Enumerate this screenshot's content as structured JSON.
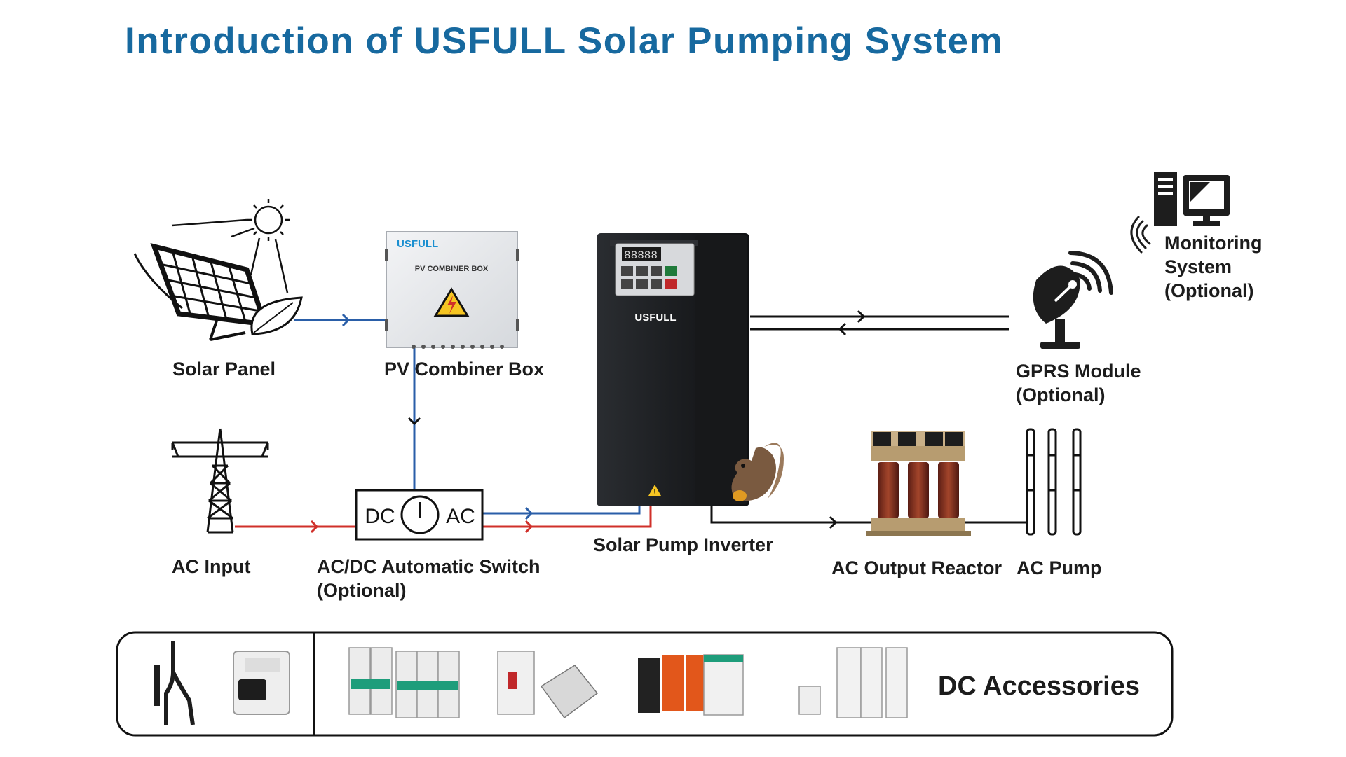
{
  "title": "Introduction of USFULL Solar Pumping System",
  "brand": "USFULL",
  "combiner_box_caption": "PV COMBINER BOX",
  "inverter_display": "88888",
  "switch_left": "DC",
  "switch_right": "AC",
  "labels": {
    "solar_panel": "Solar Panel",
    "pv_combiner_box": "PV Combiner Box",
    "ac_input": "AC Input",
    "switch_line1": "AC/DC Automatic Switch",
    "switch_line2": "(Optional)",
    "inverter": "Solar Pump Inverter",
    "reactor": "AC Output Reactor",
    "pump": "AC Pump",
    "gprs_line1": "GPRS Module",
    "gprs_line2": "(Optional)",
    "monitoring_line1": "Monitoring",
    "monitoring_line2": "System",
    "monitoring_line3": "(Optional)"
  },
  "accessories_label": "DC Accessories",
  "colors": {
    "title": "#17699f",
    "dc_line": "#2a5ea8",
    "ac_line": "#d0302a",
    "black_line": "#111111",
    "brand_blue": "#1b8fd0",
    "inverter_body": "#1f2124"
  },
  "icons": [
    "sun-icon",
    "solar-panel-icon",
    "leaf-icon",
    "transmission-tower-icon",
    "power-switch-icon",
    "warning-icon",
    "satellite-dish-icon",
    "wifi-signal-icon",
    "computer-tower-icon",
    "monitor-icon",
    "squirrel-icon"
  ]
}
